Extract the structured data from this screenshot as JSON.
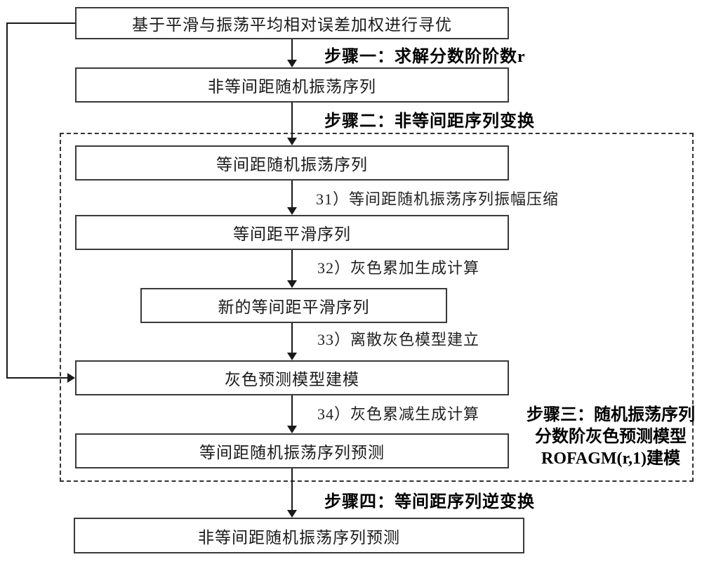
{
  "figure": {
    "background": "#ffffff",
    "line_color": "#1a1a1a",
    "border_color": "#3a3a3a",
    "boxes": [
      "基于平滑与振荡平均相对误差加权进行寻优",
      "非等间距随机振荡序列",
      "等间距随机振荡序列",
      "等间距平滑序列",
      "新的等间距平滑序列",
      "灰色预测模型建模",
      "等间距随机振荡序列预测",
      "非等间距随机振荡序列预测"
    ],
    "steps": {
      "step1": "步骤一：求解分数阶阶数r",
      "step2": "步骤二：非等间距序列变换",
      "step3_lines": [
        "步骤三：随机振荡序列",
        "分数阶灰色预测模型",
        "ROFAGM(r,1)建模"
      ],
      "step4": "步骤四：等间距序列逆变换"
    },
    "substeps": [
      "31）等间距随机振荡序列振幅压缩",
      "32）灰色累加生成计算",
      "33）离散灰色模型建立",
      "34）灰色累减生成计算"
    ]
  }
}
